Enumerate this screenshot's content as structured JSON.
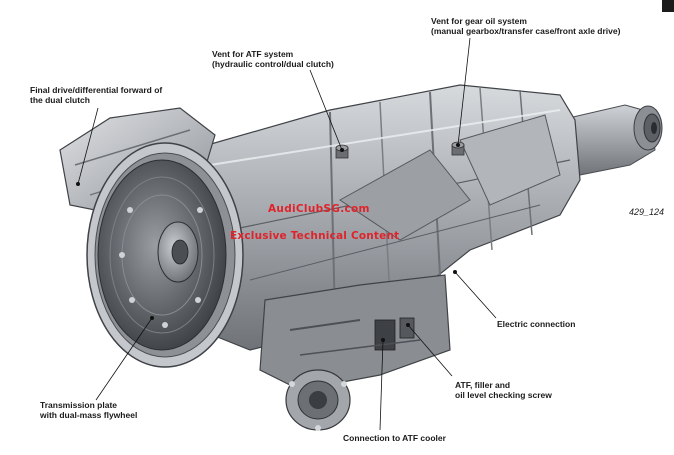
{
  "labels": {
    "gear_oil_vent": {
      "line1": "Vent for gear oil system",
      "line2": "(manual gearbox/transfer case/front axle drive)"
    },
    "atf_vent": {
      "line1": "Vent for ATF system",
      "line2": "(hydraulic control/dual clutch)"
    },
    "final_drive": {
      "line1": "Final drive/differential forward of",
      "line2": "the dual clutch"
    },
    "electric_connection": "Electric connection",
    "atf_filler": {
      "line1": "ATF, filler and",
      "line2": "oil level checking screw"
    },
    "transmission_plate": {
      "line1": "Transmission plate",
      "line2": "with dual-mass flywheel"
    },
    "atf_cooler": "Connection to ATF cooler"
  },
  "figure_number": "429_124",
  "watermark": {
    "site": "AudiClubSG.com",
    "note": "Exclusive Technical Content",
    "color": "#e0232b"
  }
}
